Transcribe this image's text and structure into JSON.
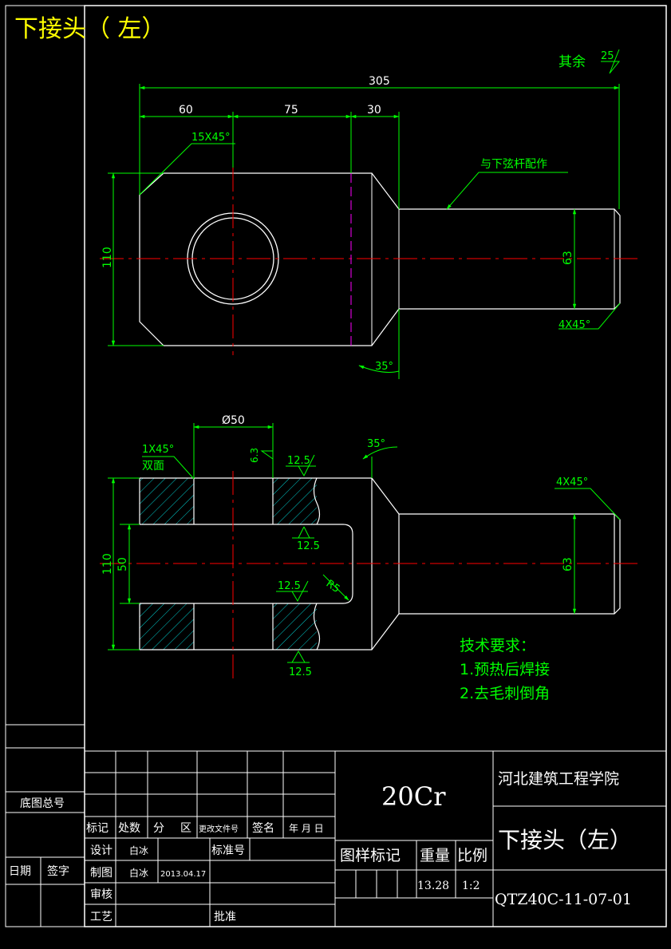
{
  "title": "下接头（ 左）",
  "surface_note": {
    "label": "其余",
    "value": "25"
  },
  "top_view": {
    "dims": {
      "total_length": "305",
      "seg1": "60",
      "seg2": "75",
      "seg3": "30",
      "height": "110",
      "shaft_dia": "63"
    },
    "chamfer_left": "15X45°",
    "weld_note": "与下弦杆配作",
    "chamfer_end": "4X45°",
    "angle": "35°"
  },
  "section_view": {
    "hole_dia": "Ø50",
    "roughness_hole": "6.3",
    "roughness_vals": [
      "12.5",
      "12.5",
      "12.5",
      "12.5"
    ],
    "chamfer_label": "1X45°",
    "chamfer_note": "双面",
    "angle": "35°",
    "chamfer_end": "4X45°",
    "height": "110",
    "slot": "50",
    "shaft_dia": "63",
    "radius": "R5"
  },
  "tech_requirements": {
    "heading": "技术要求：",
    "items": [
      "1.预热后焊接",
      "2.去毛刺倒角"
    ]
  },
  "title_block": {
    "material": "20Cr",
    "school": "河北建筑工程学院",
    "part_name": "下接头（左）",
    "drawing_no": "QTZ40C-11-07-01",
    "header_row": [
      "标记",
      "处数",
      "分",
      "区",
      "更改文件号",
      "签名",
      "年 月 日"
    ],
    "design_label": "设计",
    "design_name": "白冰",
    "standard_label": "标准号",
    "drawn_label": "制图",
    "drawn_name": "白冰",
    "drawn_date": "2013.04.17",
    "check_label": "审核",
    "process_label": "工艺",
    "approve_label": "批准",
    "stage_mark_label": "图样标记",
    "weight_label": "重量",
    "scale_label": "比例",
    "weight": "13.28",
    "scale": "1:2"
  },
  "side_block": {
    "base_drawing_no": "底图总号",
    "date_label": "日期",
    "sign_label": "签字"
  }
}
